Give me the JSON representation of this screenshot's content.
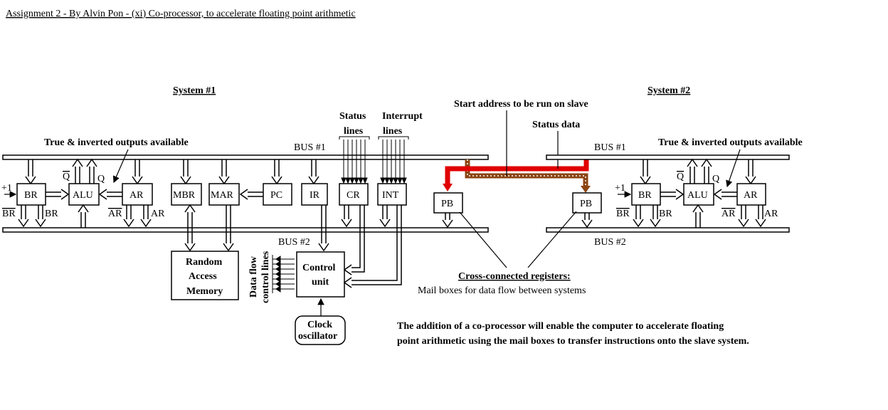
{
  "title": "Assignment 2 - By Alvin Pon - (xi) Co-processor, to accelerate floating point arithmetic",
  "system1": {
    "label": "System #1",
    "bus1": "BUS #1",
    "bus2": "BUS #2",
    "outputs_note": "True & inverted outputs available",
    "registers": {
      "br": "BR",
      "alu": "ALU",
      "ar": "AR",
      "mbr": "MBR",
      "mar": "MAR",
      "pc": "PC",
      "ir": "IR",
      "cr": "CR",
      "int": "INT",
      "pb": "PB"
    },
    "plus_one": "+1",
    "br_bar": "BR",
    "br_true": "BR",
    "ar_bar": "AR",
    "ar_true": "AR",
    "q_bar": "Q",
    "q_true": "Q",
    "ram": [
      "Random",
      "Access",
      "Memory"
    ],
    "control": [
      "Control",
      "unit"
    ],
    "clock": [
      "Clock",
      "oscillator"
    ],
    "dataflow": [
      "Data flow",
      "control lines"
    ]
  },
  "system2": {
    "label": "System #2",
    "bus1": "BUS #1",
    "bus2": "BUS #2",
    "outputs_note": "True & inverted outputs available",
    "registers": {
      "br": "BR",
      "alu": "ALU",
      "ar": "AR",
      "pb": "PB"
    },
    "plus_one": "+1",
    "br_bar": "BR",
    "br_true": "BR",
    "ar_bar": "AR",
    "ar_true": "AR",
    "q_bar": "Q",
    "q_true": "Q"
  },
  "status_lines": [
    "Status",
    "lines"
  ],
  "interrupt_lines": [
    "Interrupt",
    "lines"
  ],
  "start_address": "Start address to be run on slave",
  "status_data": "Status data",
  "cross_connected": "Cross-connected registers:",
  "mailboxes": "Mail boxes for data flow between systems",
  "description": [
    "The addition of a co-processor will enable the computer to accelerate floating",
    "point arithmetic using the mail boxes to transfer instructions onto the slave system."
  ],
  "colors": {
    "red_path": "#e00000",
    "brown_path": "#8b4513"
  }
}
